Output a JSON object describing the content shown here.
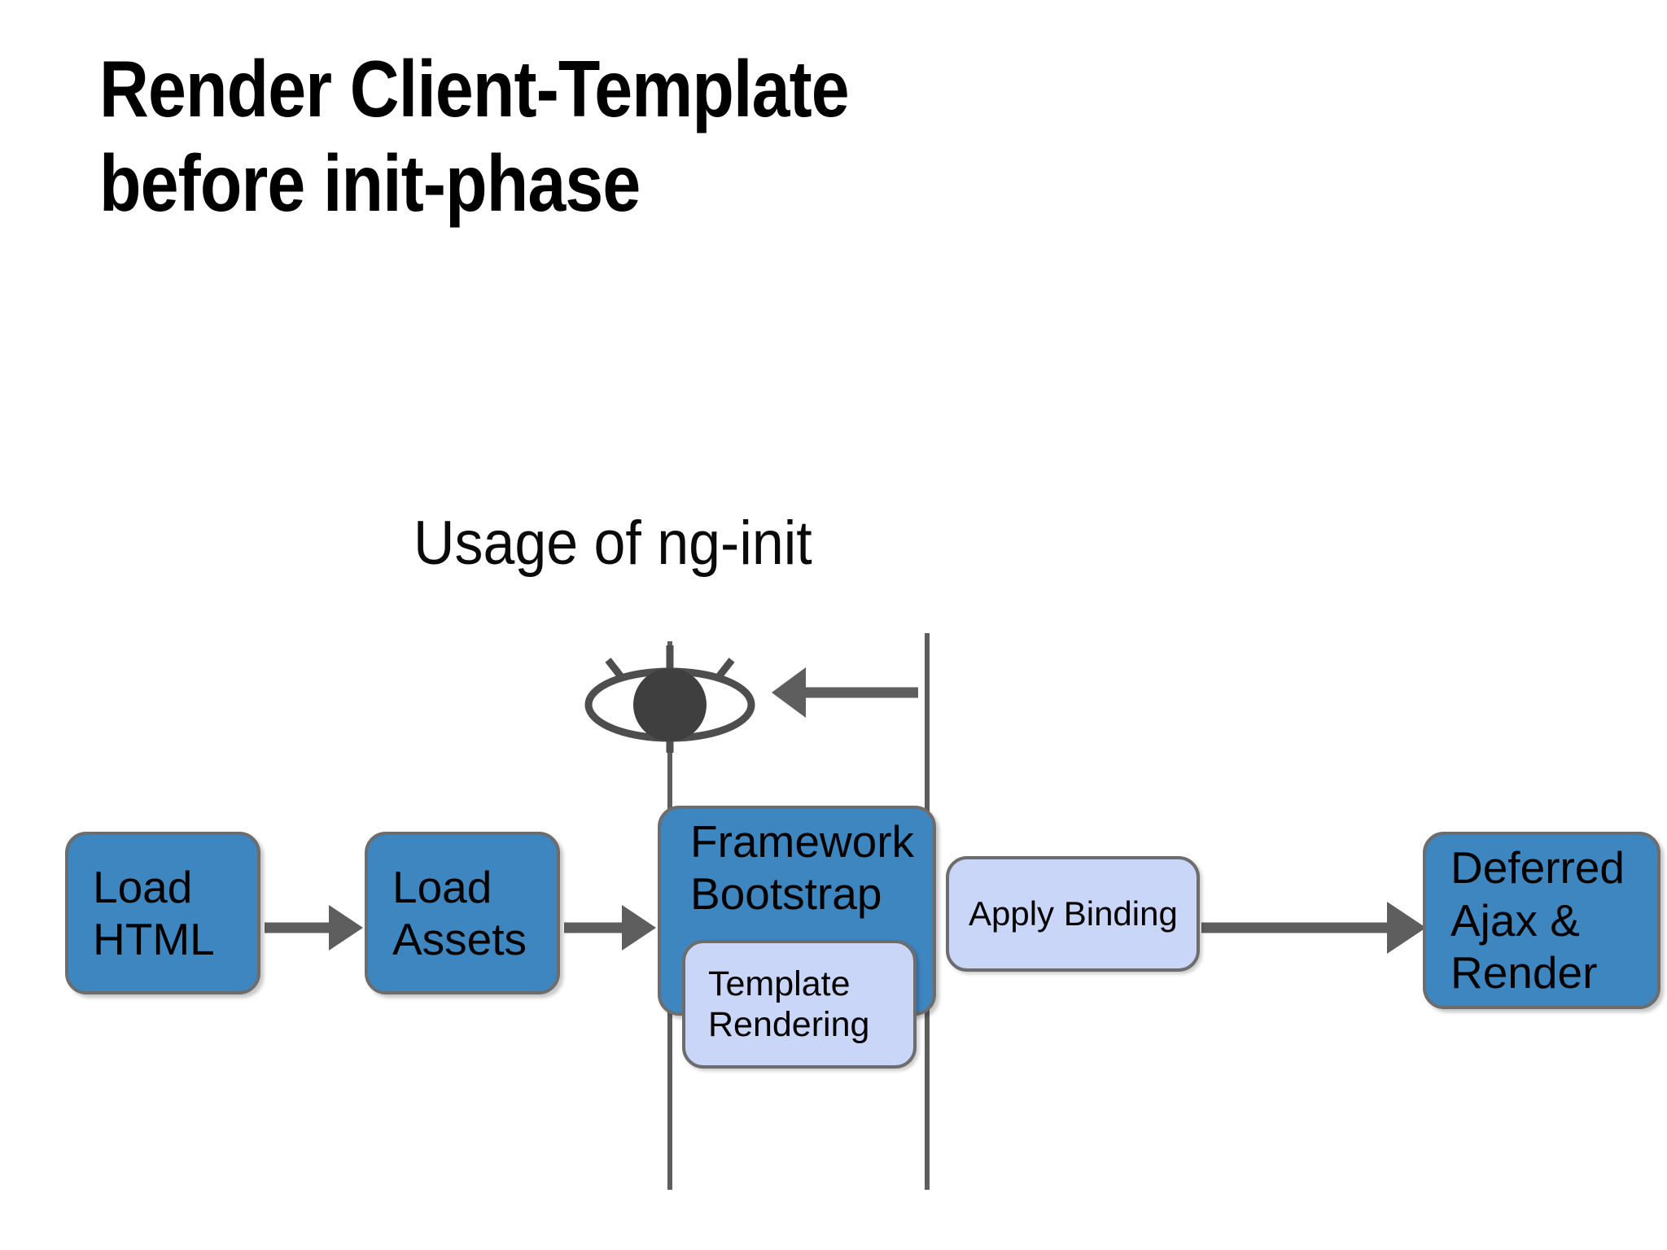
{
  "slide": {
    "title": "Render Client-Template\nbefore init-phase",
    "background_color": "#ffffff"
  },
  "diagram": {
    "caption": "Usage of ng-init",
    "type": "flow-timeline",
    "colors": {
      "dark_fill": "#3e86c0",
      "light_fill": "#c9d6f7",
      "stroke": "#6d6d6d",
      "arrow": "#5e5e5e",
      "text": "#000000",
      "eye_pupil": "#3f3f3f"
    },
    "nodes": [
      {
        "id": "load-html",
        "label": "Load\nHTML",
        "style": "dark"
      },
      {
        "id": "load-assets",
        "label": "Load\nAssets",
        "style": "dark"
      },
      {
        "id": "framework-bootstrap",
        "label": "Framework\nBootstrap",
        "style": "dark"
      },
      {
        "id": "template-rendering",
        "label": "Template\nRendering",
        "style": "light"
      },
      {
        "id": "apply-binding",
        "label": "Apply Binding",
        "style": "light"
      },
      {
        "id": "deferred",
        "label": "Deferred\nAjax &\nRender",
        "style": "dark"
      }
    ],
    "arrows": [
      {
        "id": "arrow-load-html-to-load-assets",
        "direction": "right"
      },
      {
        "id": "arrow-load-assets-to-framework",
        "direction": "right"
      },
      {
        "id": "arrow-apply-binding-to-deferred",
        "direction": "right"
      },
      {
        "id": "arrow-observation-to-eye",
        "direction": "left"
      }
    ],
    "lifelines": [
      {
        "id": "lifeline-template-render"
      },
      {
        "id": "lifeline-binding"
      }
    ],
    "icons": [
      {
        "id": "eye-icon",
        "meaning": "user observes rendered page"
      }
    ]
  }
}
